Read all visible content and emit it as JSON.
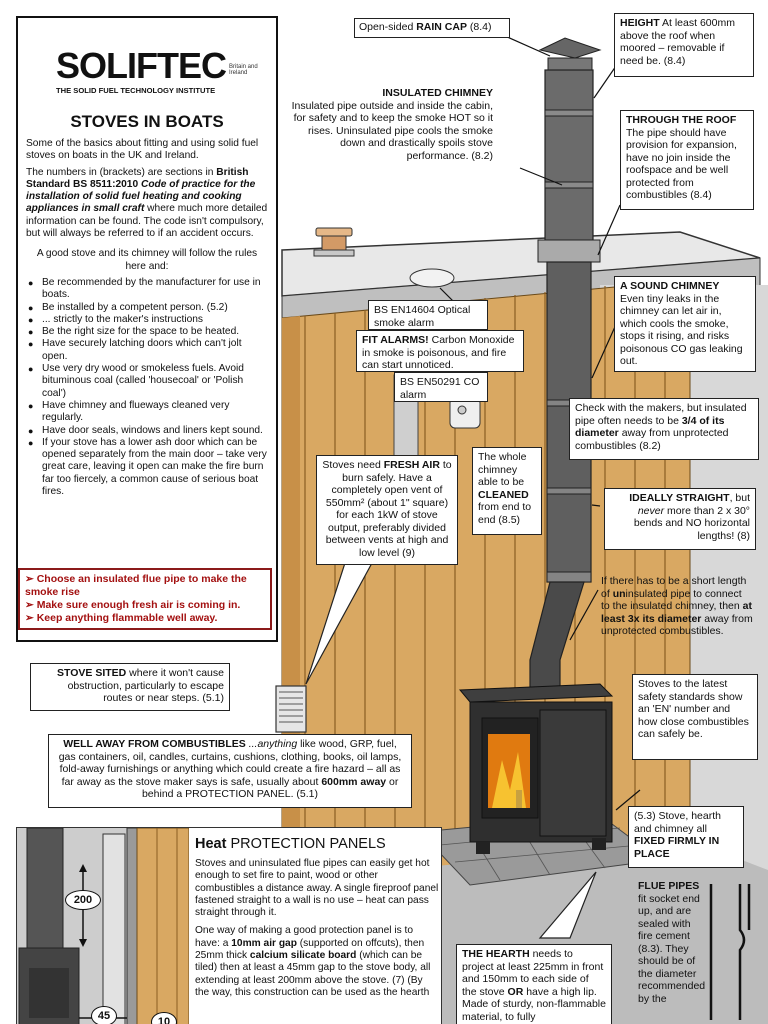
{
  "logo": {
    "name": "SOLIFTEC",
    "small_text": "Britain and Ireland",
    "tagline": "THE SOLID FUEL TECHNOLOGY INSTITUTE"
  },
  "intro": {
    "title": "STOVES IN BOATS",
    "para1": "Some of the basics about fitting and using solid fuel stoves on boats in the UK and Ireland.",
    "para2_pre": "The numbers in (brackets) are sections in ",
    "para2_std": "British Standard BS 8511:2010",
    "para2_title": " Code of practice for the installation of solid fuel heating and cooking appliances in small craft",
    "para2_post": " where much more detailed information can be found. The code isn't compulsory, but will always be referred to if an accident occurs.",
    "rules_intro": "A good stove and its chimney will follow the rules here and:",
    "rules": [
      "Be recommended by the manufacturer for use in boats.",
      "Be installed by a competent person. (5.2)",
      "... strictly to the maker's instructions",
      "Be the right size for the space to be heated.",
      "Have securely latching doors which can't jolt open.",
      "Use very dry wood or smokeless fuels. Avoid bituminous coal (called 'housecoal' or 'Polish coal')",
      "Have chimney and flueways cleaned very regularly.",
      "Have door seals, windows and liners kept sound.",
      "If your stove has a lower ash door which can be opened separately from the main door – take very great care, leaving it open can make the fire burn far too fiercely, a common cause of serious boat fires."
    ]
  },
  "warnings": [
    "➢ Choose an insulated flue pipe to make the smoke rise",
    "➢ Make sure enough fresh air is coming in.",
    "➢ Keep anything flammable well away."
  ],
  "callouts": {
    "rain_cap": {
      "pre": "Open-sided ",
      "bold": "RAIN CAP",
      "post": " (8.4)"
    },
    "height": {
      "bold": "HEIGHT",
      "text": " At least 600mm above the roof when moored – removable if need be. (8.4)"
    },
    "insulated": {
      "bold": "INSULATED CHIMNEY",
      "text": "Insulated pipe outside and inside the cabin, for safety and to keep the smoke HOT so it rises. Uninsulated pipe cools the smoke down and drastically spoils stove performance. (8.2)"
    },
    "through_roof": {
      "bold": "THROUGH THE ROOF",
      "text": "The pipe should have provision for expansion, have no join inside the roofspace and be well protected from combustibles (8.4)"
    },
    "sound": {
      "bold": "A SOUND CHIMNEY",
      "text": "Even tiny leaks in the chimney can let air in, which cools the smoke, stops it rising, and risks poisonous CO gas leaking out."
    },
    "smoke_alarm": "BS EN14604 Optical smoke alarm",
    "fit_alarms": {
      "bold": "FIT ALARMS!",
      "text": " Carbon Monoxide in smoke is poisonous, and fire can start unnoticed."
    },
    "co_alarm": "BS EN50291 CO alarm",
    "check_makers": {
      "pre": "Check with the makers, but insulated pipe often needs to be ",
      "bold": "3/4 of its diameter",
      "post": " away from unprotected combustibles (8.2)"
    },
    "fresh_air": {
      "pre": "Stoves need ",
      "bold": "FRESH AIR",
      "post": " to burn safely. Have a completely open vent of 550mm² (about 1\" square) for each 1kW of stove output, preferably divided between vents at high and low level (9)"
    },
    "cleaned": {
      "pre": "The whole chimney able to be ",
      "bold": "CLEANED",
      "post": " from end to end (8.5)"
    },
    "straight": {
      "bold": "IDEALLY STRAIGHT",
      "pre": ", but ",
      "em": "never",
      "post": " more than 2 x 30° bends and NO horizontal lengths! (8)"
    },
    "short_length": {
      "pre": "If there has to be a short length of ",
      "bold1": "un",
      "mid": "insulated pipe to connect to the insulated chimney, then ",
      "bold2": "at least 3x its diameter",
      "post": " away from unprotected combustibles."
    },
    "stove_sited": {
      "bold": "STOVE SITED",
      "text": " where it won't cause obstruction, particularly to escape routes or near steps. (5.1)"
    },
    "latest": "Stoves to the latest safety standards show an 'EN' number and how close combustibles can safely be.",
    "combustibles": {
      "bold": "WELL AWAY FROM COMBUSTIBLES",
      "em": " ...anything",
      "text": " like wood, GRP, fuel, gas containers, oil, candles, curtains, cushions, clothing, books, oil lamps, fold-away furnishings or anything which could create a fire hazard – all as far away as the stove maker says is safe, usually about ",
      "bold2": "600mm away",
      "post": " or behind a PROTECTION PANEL. (5.1)"
    },
    "fixed": {
      "pre": "(5.3) Stove, hearth and chimney all ",
      "bold": "FIXED FIRMLY IN PLACE"
    },
    "hearth": {
      "bold": "THE HEARTH",
      "pre": " needs to project at least 225mm in front and 150mm to each side of the stove ",
      "bold2": "OR",
      "post": " have a high lip. Made of sturdy, non-flammable material, to fully"
    },
    "flue_pipes": {
      "bold": "FLUE PIPES",
      "text": "fit socket end up, and are sealed with fire cement (8.3). They should be of the diameter recommended by the"
    }
  },
  "heat_panel": {
    "title_bold": "Heat ",
    "title_rest": "PROTECTION PANELS",
    "para1": "Stoves and uninsulated flue pipes can easily get hot enough to set fire to paint, wood or other combustibles a distance away. A single fireproof panel fastened straight to a wall is no use – heat can pass straight through it.",
    "para2_pre": "One way of making a good protection panel is to have: a ",
    "para2_b1": "10mm air gap",
    "para2_m1": " (supported on offcuts), then 25mm thick ",
    "para2_b2": "calcium silicate board",
    "para2_post": " (which can be tiled) then at least a 45mm gap to the stove body, all extending at least 200mm above the stove. (7) (By the way, this construction can be used as the hearth",
    "dims": [
      "200",
      "45",
      "10"
    ]
  }
}
